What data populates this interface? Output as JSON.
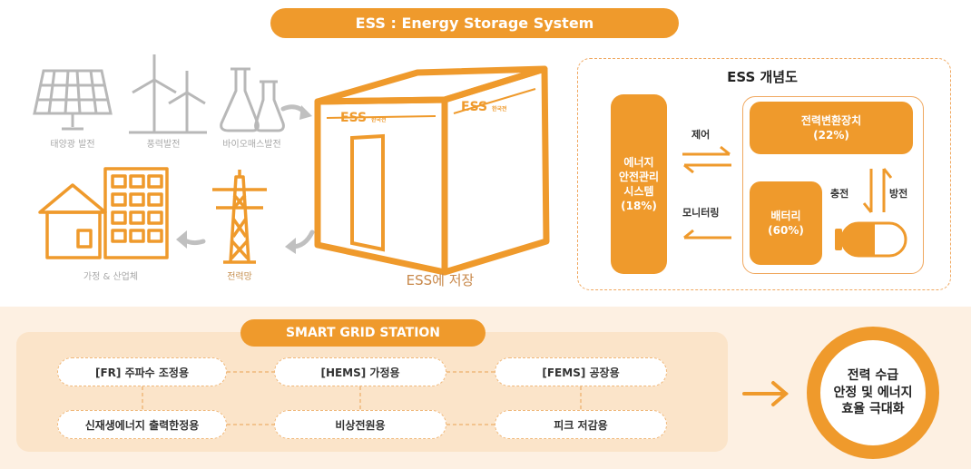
{
  "header": {
    "title": "ESS : Energy Storage System"
  },
  "sources": {
    "solar": "태양광 발전",
    "wind": "풍력발전",
    "bio": "바이오매스발전",
    "home": "가정 & 산업체",
    "grid": "전력망"
  },
  "storage": {
    "label": "ESS에 저장",
    "logo_text": "ESS",
    "logo_small": "한국전"
  },
  "concept": {
    "title": "ESS 개념도",
    "ems": "에너지\n안전관리\n시스템\n(18%)",
    "pcs": "전력변환장치\n(22%)",
    "battery": "배터리\n(60%)",
    "control": "제어",
    "monitoring": "모니터링",
    "charge": "충전",
    "discharge": "방전"
  },
  "smart_grid": {
    "title": "SMART GRID STATION",
    "items": [
      "[FR] 주파수 조정용",
      "[HEMS] 가정용",
      "[FEMS] 공장용",
      "신재생에너지 출력한정용",
      "비상전원용",
      "피크 저감용"
    ]
  },
  "result": {
    "text": "전력 수급\n안정 및 에너지\n효율 극대화"
  },
  "colors": {
    "accent": "#ef9a2c",
    "soft": "#fdf0e2",
    "grey": "#b0b0b0"
  }
}
